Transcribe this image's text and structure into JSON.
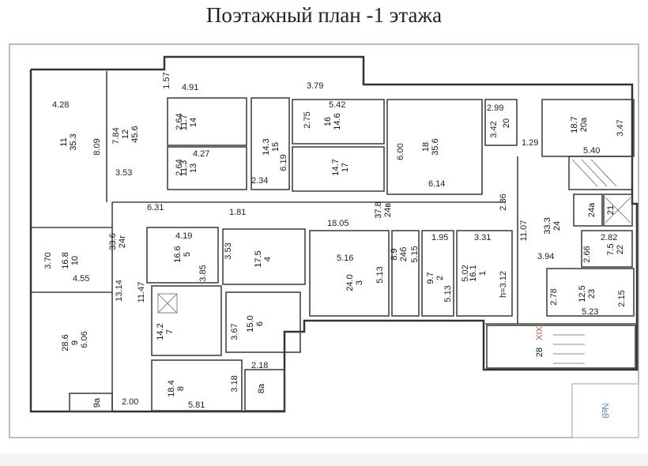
{
  "page": {
    "title": "Поэтажный план -1 этажа"
  },
  "rooms": [
    {
      "id": "r11",
      "number": "11",
      "area": "35.3"
    },
    {
      "id": "r12",
      "number": "12",
      "area": "45.6"
    },
    {
      "id": "r14",
      "number": "14",
      "area": "11.7"
    },
    {
      "id": "r13",
      "number": "13",
      "area": "11.3"
    },
    {
      "id": "r15",
      "number": "15",
      "area": "14.3"
    },
    {
      "id": "r16",
      "number": "16",
      "area": "14.6"
    },
    {
      "id": "r17",
      "number": "17",
      "area": "14.7"
    },
    {
      "id": "r18",
      "number": "18",
      "area": "35.6"
    },
    {
      "id": "r20",
      "number": "20",
      "area": ""
    },
    {
      "id": "r20a",
      "number": "20а",
      "area": "18.7"
    },
    {
      "id": "r24b",
      "number": "24в",
      "area": "37.8"
    },
    {
      "id": "r24",
      "number": "24",
      "area": "33.3"
    },
    {
      "id": "r24a",
      "number": "24а",
      "area": ""
    },
    {
      "id": "r21",
      "number": "21",
      "area": ""
    },
    {
      "id": "r22",
      "number": "22",
      "area": "7.5"
    },
    {
      "id": "r23",
      "number": "23",
      "area": "12.5"
    },
    {
      "id": "r24g",
      "number": "24г",
      "area": "33.6"
    },
    {
      "id": "r10",
      "number": "10",
      "area": "16.8"
    },
    {
      "id": "r5",
      "number": "5",
      "area": "16.6"
    },
    {
      "id": "r4",
      "number": "4",
      "area": "17.5"
    },
    {
      "id": "r3",
      "number": "3",
      "area": "24.0"
    },
    {
      "id": "r24b2",
      "number": "24б",
      "area": "8.9"
    },
    {
      "id": "r2",
      "number": "2",
      "area": "9.7"
    },
    {
      "id": "r1",
      "number": "1",
      "area": "16.1"
    },
    {
      "id": "r9",
      "number": "9",
      "area": "28.6"
    },
    {
      "id": "r7",
      "number": "7",
      "area": "14.2"
    },
    {
      "id": "r6",
      "number": "6",
      "area": "15.0"
    },
    {
      "id": "r8",
      "number": "8",
      "area": "18.4"
    },
    {
      "id": "r8a",
      "number": "8а",
      "area": ""
    },
    {
      "id": "r9a",
      "number": "9а",
      "area": ""
    },
    {
      "id": "r28",
      "number": "28",
      "area": ""
    }
  ],
  "dimensions": [
    {
      "id": "d1",
      "text": "1.57"
    },
    {
      "id": "d2",
      "text": "4.91"
    },
    {
      "id": "d3",
      "text": "3.79"
    },
    {
      "id": "d4",
      "text": "4.28"
    },
    {
      "id": "d5",
      "text": "8.09"
    },
    {
      "id": "d6",
      "text": "7.84"
    },
    {
      "id": "d7",
      "text": "3.53"
    },
    {
      "id": "d8",
      "text": "2.64"
    },
    {
      "id": "d9",
      "text": "4.27"
    },
    {
      "id": "d10",
      "text": "2.64"
    },
    {
      "id": "d11",
      "text": "5.42"
    },
    {
      "id": "d12",
      "text": "2.75"
    },
    {
      "id": "d13",
      "text": "6.19"
    },
    {
      "id": "d14",
      "text": "2.34"
    },
    {
      "id": "d15",
      "text": "6.00"
    },
    {
      "id": "d16",
      "text": "6.14"
    },
    {
      "id": "d17",
      "text": "2.99"
    },
    {
      "id": "d18",
      "text": "3.42"
    },
    {
      "id": "d19",
      "text": "1.29"
    },
    {
      "id": "d20",
      "text": "3.47"
    },
    {
      "id": "d21",
      "text": "5.40"
    },
    {
      "id": "d22",
      "text": "6.31"
    },
    {
      "id": "d23",
      "text": "1.81"
    },
    {
      "id": "d24",
      "text": "18.05"
    },
    {
      "id": "d25",
      "text": "2.36"
    },
    {
      "id": "d26",
      "text": "11.07"
    },
    {
      "id": "d27",
      "text": "4.19"
    },
    {
      "id": "d28",
      "text": "3.70"
    },
    {
      "id": "d29",
      "text": "4.55"
    },
    {
      "id": "d30",
      "text": "13.14"
    },
    {
      "id": "d31",
      "text": "11.47"
    },
    {
      "id": "d32",
      "text": "3.85"
    },
    {
      "id": "d33",
      "text": "3.53"
    },
    {
      "id": "d34",
      "text": "1.95"
    },
    {
      "id": "d35",
      "text": "3.31"
    },
    {
      "id": "d36",
      "text": "5.16"
    },
    {
      "id": "d37",
      "text": "5.15"
    },
    {
      "id": "d38",
      "text": "5.13"
    },
    {
      "id": "d39",
      "text": "5.02"
    },
    {
      "id": "d40",
      "text": "5.13"
    },
    {
      "id": "d41",
      "text": "h=3.12"
    },
    {
      "id": "d42",
      "text": "3.94"
    },
    {
      "id": "d43",
      "text": "2.82"
    },
    {
      "id": "d44",
      "text": "2.66"
    },
    {
      "id": "d45",
      "text": "2.78"
    },
    {
      "id": "d46",
      "text": "2.15"
    },
    {
      "id": "d47",
      "text": "5.23"
    },
    {
      "id": "d48",
      "text": "6.06"
    },
    {
      "id": "d49",
      "text": "3.67"
    },
    {
      "id": "d50",
      "text": "2.18"
    },
    {
      "id": "d51",
      "text": "3.18"
    },
    {
      "id": "d52",
      "text": "5.81"
    },
    {
      "id": "d53",
      "text": "2.00"
    }
  ],
  "annotations": {
    "roman": "XIX",
    "stamp": "№8"
  },
  "colors": {
    "wall": "#333333",
    "line": "#555555",
    "roman": "#c0522a",
    "stamp": "#6a86a8"
  }
}
